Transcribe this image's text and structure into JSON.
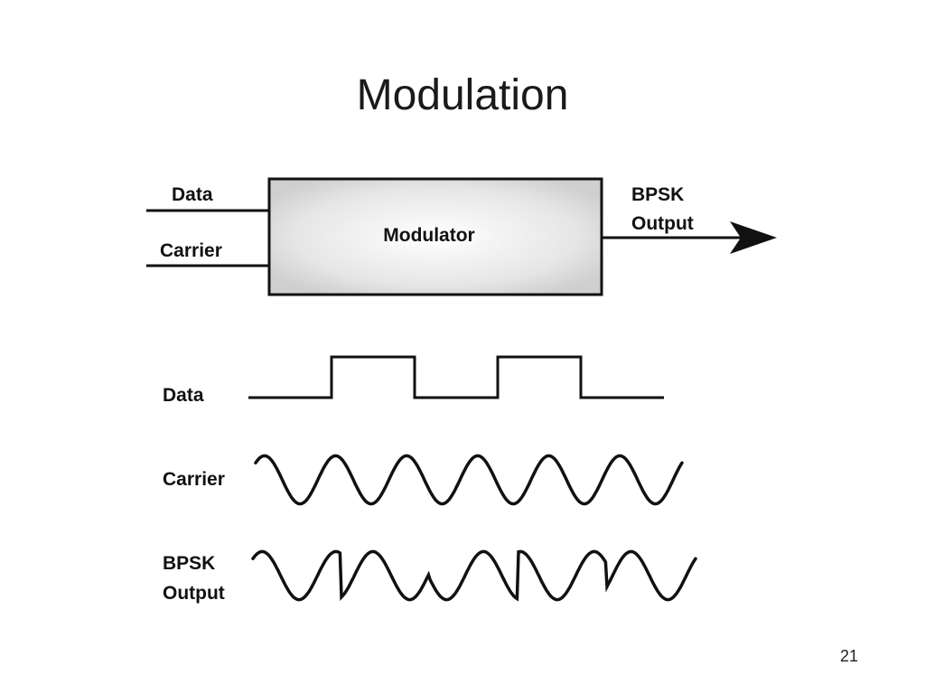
{
  "title": "Modulation",
  "block_diagram": {
    "input_data_label": "Data",
    "input_carrier_label": "Carrier",
    "box_label": "Modulator",
    "output_label_line1": "BPSK",
    "output_label_line2": "Output"
  },
  "waveforms": {
    "data_label": "Data",
    "carrier_label": "Carrier",
    "bpsk_label_line1": "BPSK",
    "bpsk_label_line2": "Output",
    "data_bits": [
      0,
      1,
      0,
      1,
      0
    ],
    "carrier_cycles": 6
  },
  "page_number": "21"
}
